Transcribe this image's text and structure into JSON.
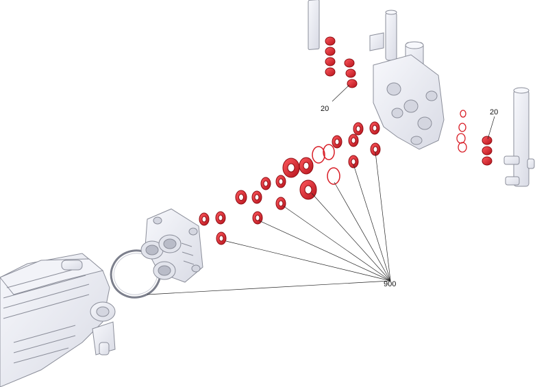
{
  "diagram": {
    "callouts": {
      "seal_kit_top": "20",
      "seal_kit_right": "20",
      "seal_kit_main": "900"
    },
    "colors": {
      "seal_red": "#e8202a",
      "seal_dark": "#a50f16",
      "part_fill": "#eef0f6",
      "part_stroke": "#8a8d99",
      "leader": "#222222"
    },
    "icons": {
      "pump_head": "pump-head-icon",
      "valve_body": "unloader-valve-icon",
      "crankcase": "crankcase-icon"
    }
  }
}
